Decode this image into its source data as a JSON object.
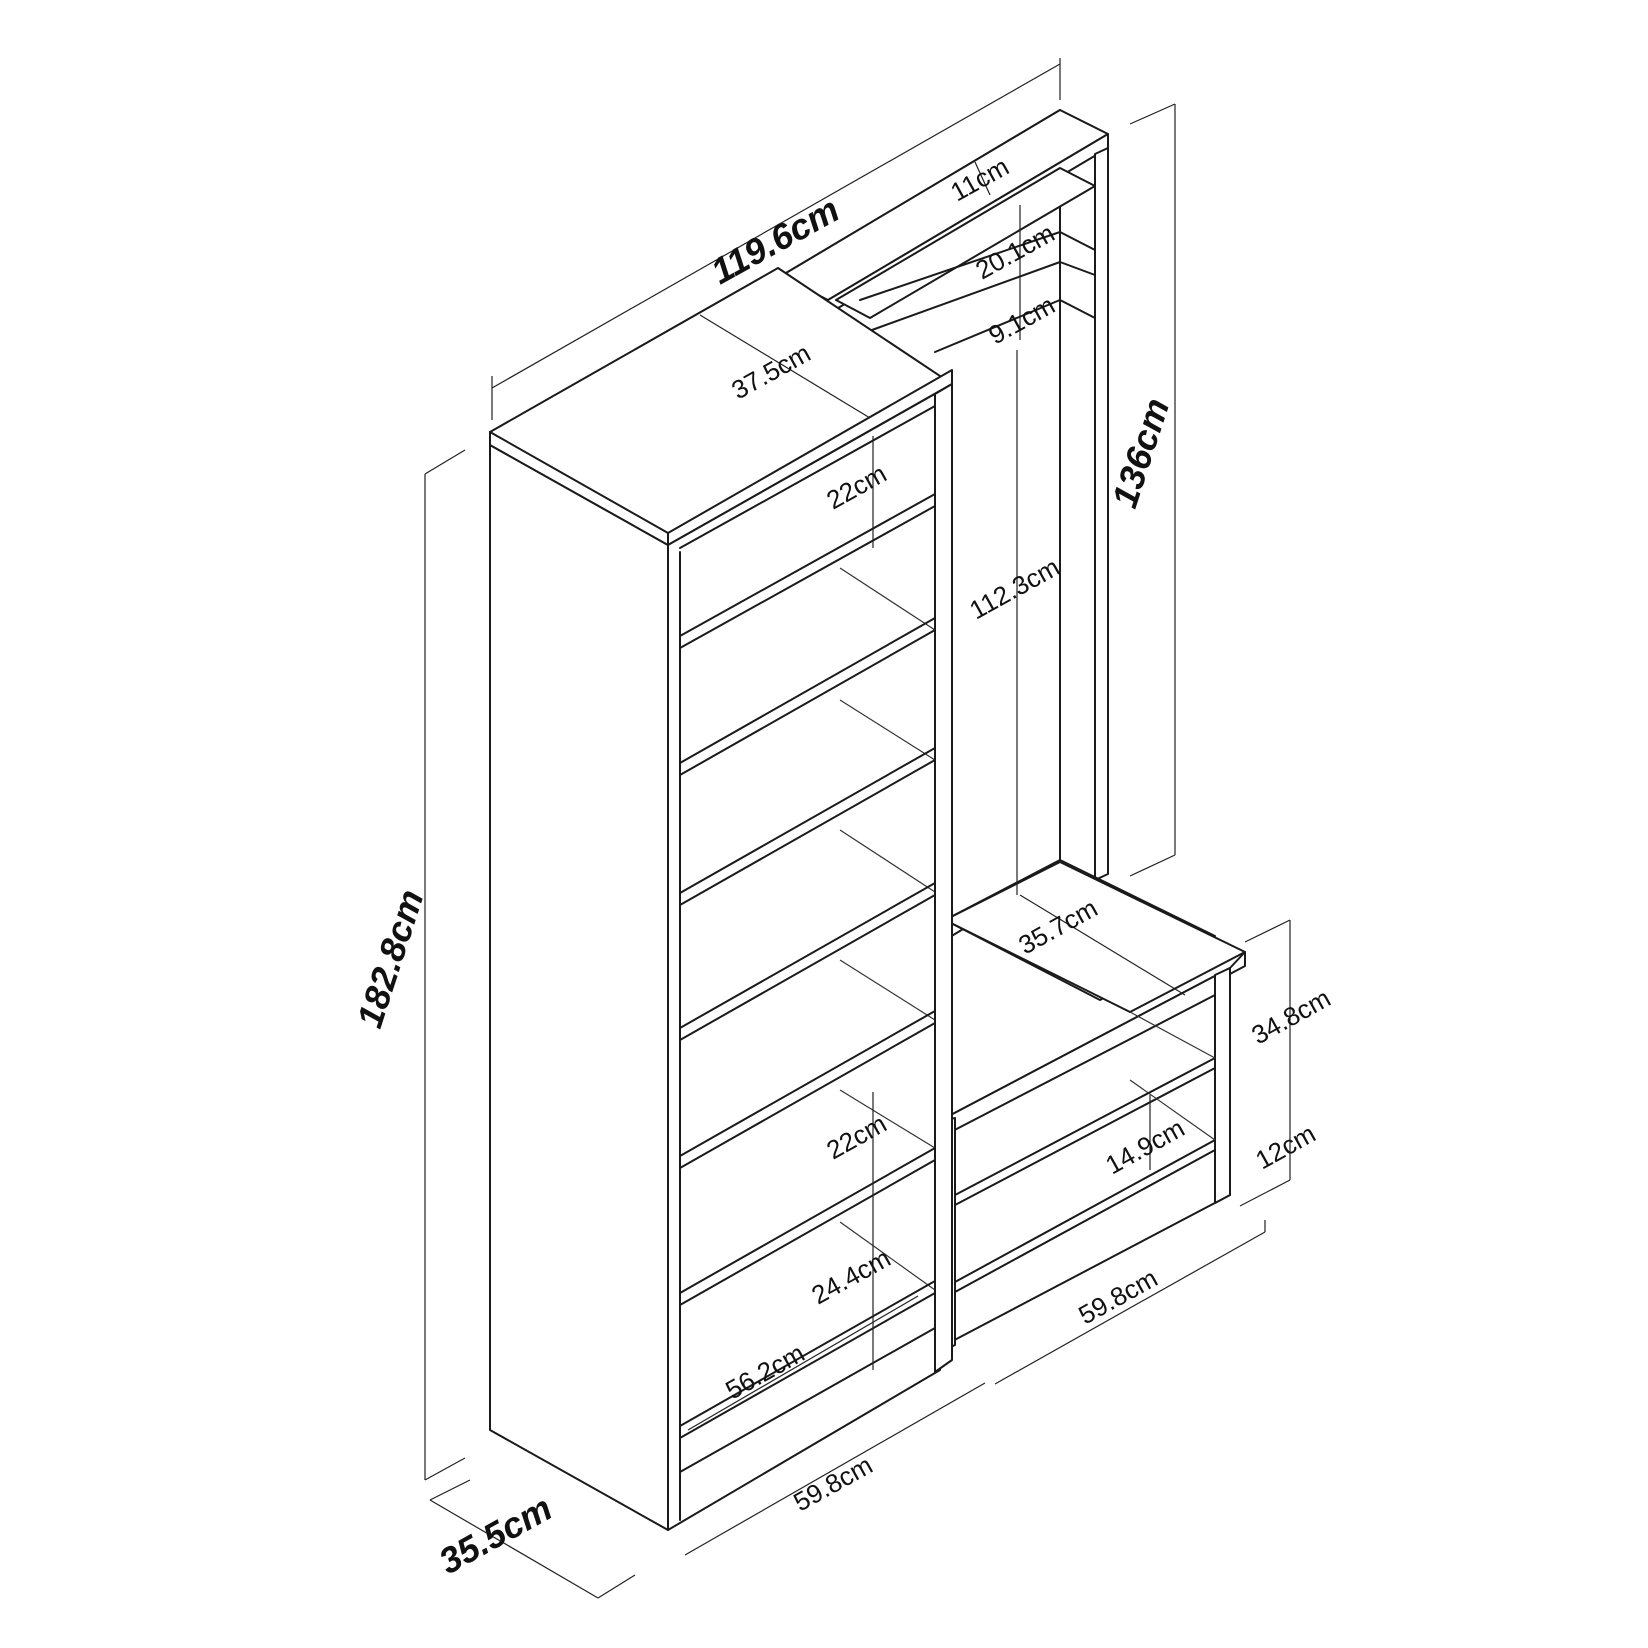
{
  "dimensions": {
    "total_width": "119.6cm",
    "tower_depth": "37.5cm",
    "tower_height": "182.8cm",
    "base_depth": "35.5cm",
    "tower_front_width": "59.8cm",
    "tower_shelf_width": "56.2cm",
    "tower_top_gap": "22cm",
    "tower_lower_gap": "22cm",
    "tower_bottom_gap": "24.4cm",
    "hanger_height": "136cm",
    "hanger_open_height": "112.3cm",
    "top_board": "11cm",
    "top_gap": "20.1cm",
    "rail_gap": "9.1cm",
    "bench_depth": "35.7cm",
    "bench_height": "34.8cm",
    "bench_plinth": "12cm",
    "bench_shelf_gap": "14.9cm",
    "bench_width": "59.8cm"
  }
}
